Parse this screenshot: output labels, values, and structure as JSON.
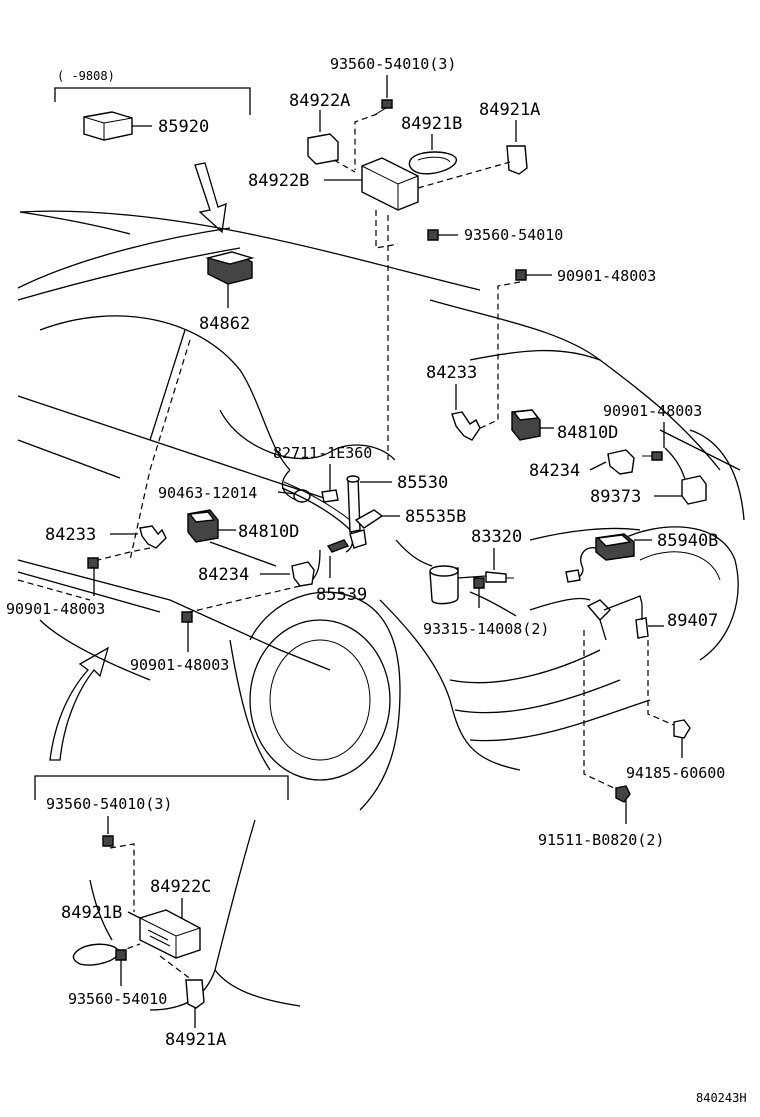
{
  "diagram": {
    "doc_code": "840243H",
    "inset_date": "(    -9808)",
    "labels": {
      "p85920": "85920",
      "p84862": "84862",
      "p93560_54010_3_top": "93560-54010(3)",
      "p84922A": "84922A",
      "p84921B_top": "84921B",
      "p84921A_top": "84921A",
      "p84922B": "84922B",
      "p93560_54010_top": "93560-54010",
      "p90901_48003_a": "90901-48003",
      "p84233_right": "84233",
      "p84810D_right": "84810D",
      "p90901_48003_b": "90901-48003",
      "p84234_right": "84234",
      "p89373": "89373",
      "p82711_1E360": "82711-1E360",
      "p85530": "85530",
      "p90463_12014": "90463-12014",
      "p85535B": "85535B",
      "p84233_left": "84233",
      "p84810D_left": "84810D",
      "p83320": "83320",
      "p85940B": "85940B",
      "p84234_left": "84234",
      "p85539": "85539",
      "p90901_48003_c": "90901-48003",
      "p93315_14008_2": "93315-14008(2)",
      "p89407": "89407",
      "p90901_48003_d": "90901-48003",
      "p94185_60600": "94185-60600",
      "p91511_B0820_2": "91511-B0820(2)",
      "p93560_54010_3_bot": "93560-54010(3)",
      "p84922C": "84922C",
      "p84921B_bot": "84921B",
      "p93560_54010_bot": "93560-54010",
      "p84921A_bot": "84921A"
    }
  }
}
